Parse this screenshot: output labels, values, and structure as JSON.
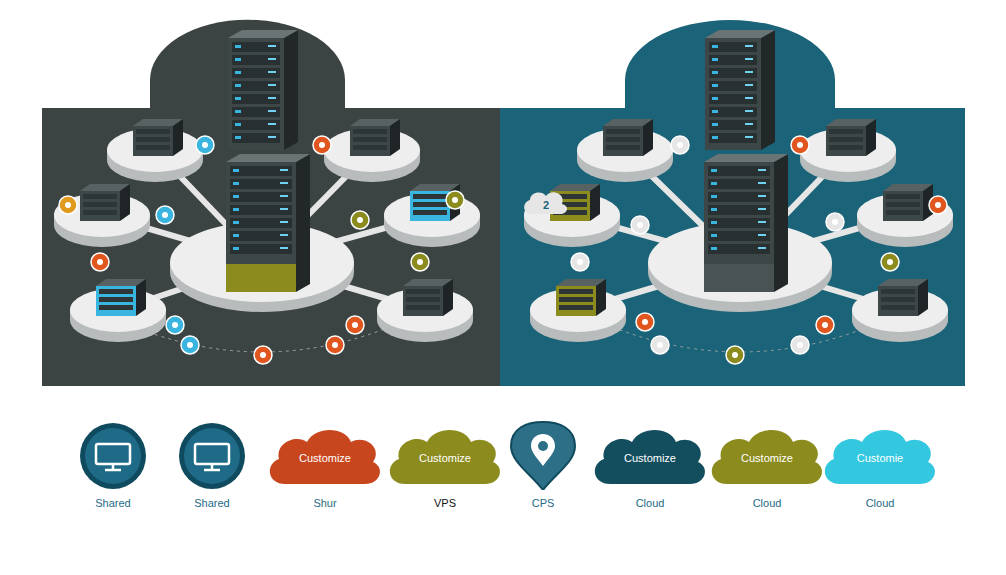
{
  "diagram": {
    "nodes": [
      {
        "text": [
          "Shared"
        ]
      },
      {
        "text": [
          "Shared"
        ]
      },
      {
        "text": [
          "Customize",
          "Shur"
        ]
      },
      {
        "text": [
          "Customize",
          "VPS"
        ]
      },
      {
        "text": [
          "CPS"
        ]
      },
      {
        "text": [
          "Customize",
          "Cloud"
        ]
      },
      {
        "text": [
          "Customize",
          "Cloud"
        ]
      },
      {
        "text": [
          "Customie",
          "Cloud"
        ]
      }
    ],
    "labels": [
      "2"
    ]
  }
}
